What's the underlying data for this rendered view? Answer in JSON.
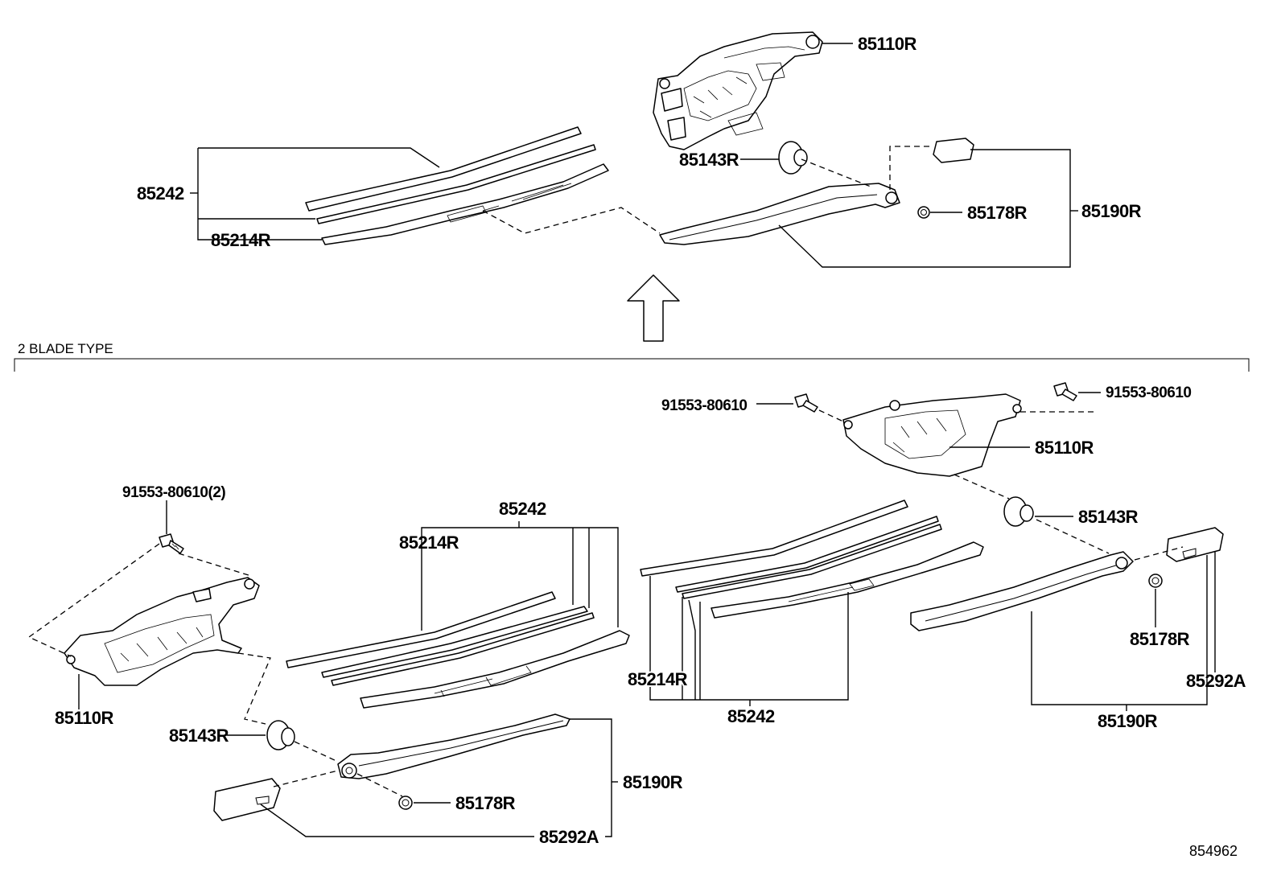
{
  "top_section": {
    "labels": {
      "motor": "85110R",
      "pivot_cap": "85143R",
      "nut": "85178R",
      "arm_assy": "85190R",
      "blade_rubber": "85242",
      "blade": "85214R"
    }
  },
  "section_title": "2 BLADE TYPE",
  "left_assembly": {
    "labels": {
      "bolt": "91553-80610(2)",
      "motor": "85110R",
      "pivot_cap": "85143R",
      "nut": "85178R",
      "arm_assy": "85190R",
      "arm_cover": "85292A",
      "blade_rubber": "85242",
      "blade": "85214R"
    }
  },
  "right_assembly": {
    "labels": {
      "bolt_left": "91553-80610",
      "bolt_right": "91553-80610",
      "motor": "85110R",
      "pivot_cap": "85143R",
      "nut": "85178R",
      "arm_assy": "85190R",
      "arm_cover": "85292A",
      "blade_rubber": "85242",
      "blade": "85214R"
    }
  },
  "diagram_ref": "854962"
}
